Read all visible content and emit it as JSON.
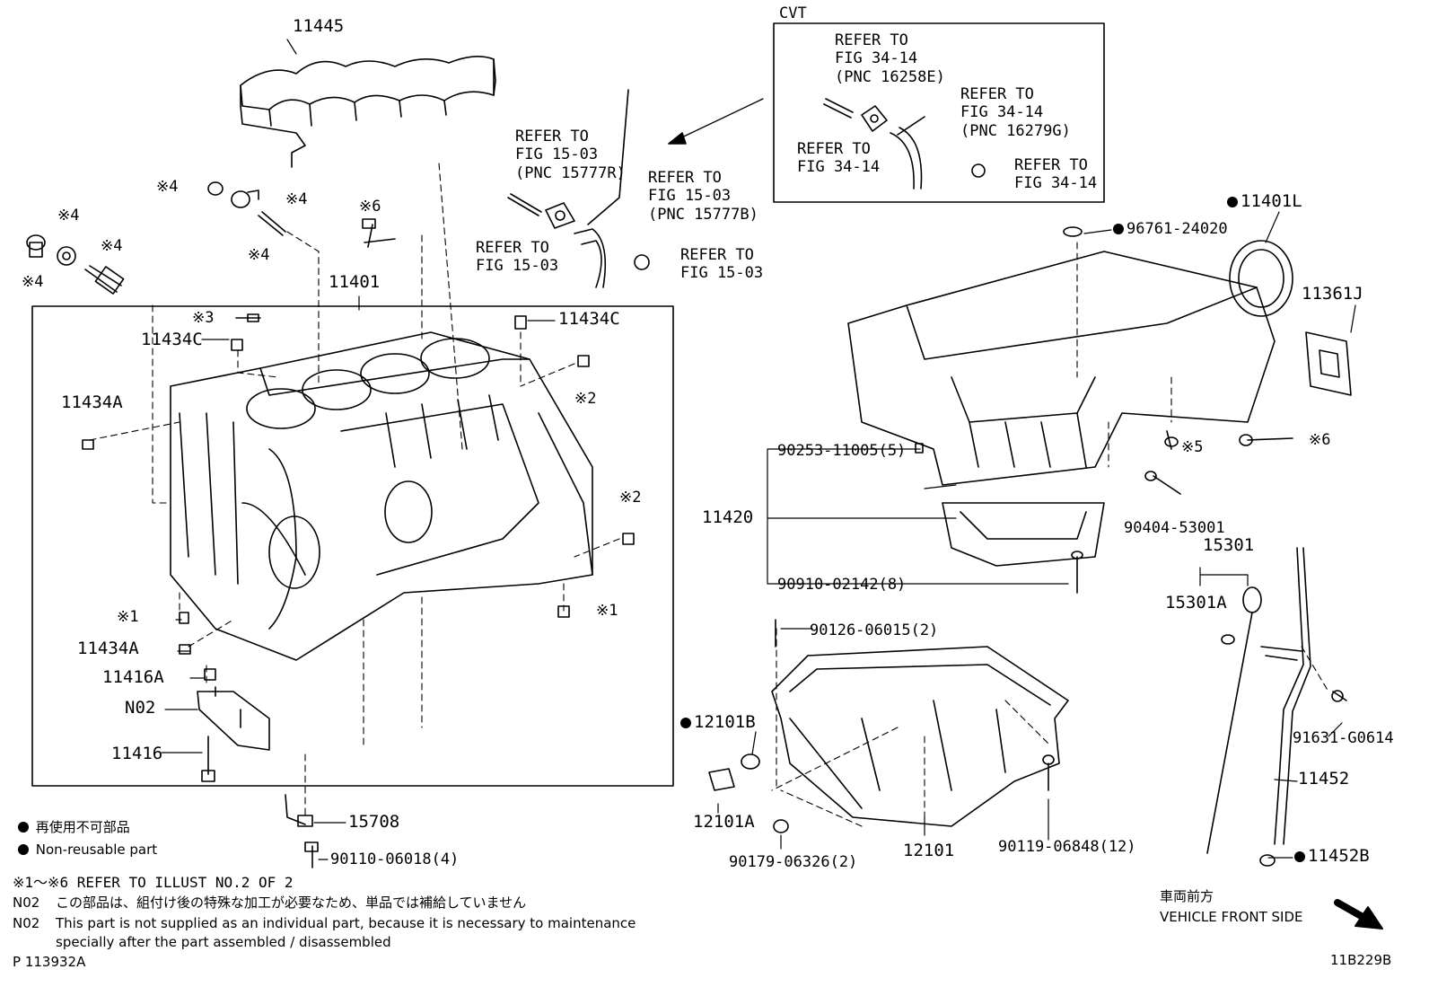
{
  "cvt_title": "CVT",
  "labels": {
    "p11445": "11445",
    "p11401": "11401",
    "p11401L": "11401L",
    "p11361J": "11361J",
    "p11434C_a": "11434C",
    "p11434C_b": "11434C",
    "p11434A_a": "11434A",
    "p11434A_b": "11434A",
    "p11416A": "11416A",
    "pN02": "N02",
    "p11416": "11416",
    "p15708": "15708",
    "p90110": "90110-06018(4)",
    "p96761": "96761-24020",
    "p90253": "90253-11005(5)",
    "p11420": "11420",
    "p90910": "90910-02142(8)",
    "p90404": "90404-53001",
    "p15301": "15301",
    "p15301A": "15301A",
    "p90126": "90126-06015(2)",
    "p12101B": "12101B",
    "p12101A": "12101A",
    "p90179": "90179-06326(2)",
    "p12101": "12101",
    "p90119": "90119-06848(12)",
    "p91631": "91631-G0614",
    "p11452": "11452",
    "p11452B": "11452B"
  },
  "marks": {
    "m4a": "※4",
    "m4b": "※4",
    "m4c": "※4",
    "m4d": "※4",
    "m4e": "※4",
    "m4f": "※4",
    "m6a": "※6",
    "m6b": "※6",
    "m5": "※5",
    "m3": "※3",
    "m2a": "※2",
    "m2b": "※2",
    "m1a": "※1",
    "m1b": "※1"
  },
  "refers": {
    "r1503_top": "REFER TO\nFIG 15-03\n(PNC 15777R)",
    "r1503_right": "REFER TO\nFIG 15-03\n(PNC 15777B)",
    "r1503_left": "REFER TO\nFIG 15-03",
    "r1503_nut": "REFER TO\nFIG 15-03",
    "r3414_top": "REFER TO\nFIG 34-14\n(PNC 16258E)",
    "r3414_right": "REFER TO\nFIG 34-14\n(PNC 16279G)",
    "r3414_left": "REFER TO\nFIG 34-14",
    "r3414_nut": "REFER TO\nFIG 34-14"
  },
  "legend": {
    "jp": "再使用不可部品",
    "en": "Non-reusable part"
  },
  "notes": {
    "n1": "※1〜※6 REFER TO ILLUST NO.2 OF 2",
    "n2_code": "N02",
    "n2_jp": "この部品は、組付け後の特殊な加工が必要なため、単品では補給していません",
    "n3_code": "N02",
    "n3_en_1": "This part is not supplied as an individual part, because it is necessary to maintenance",
    "n3_en_2": "specially after the part assembled / disassembled"
  },
  "footer": {
    "left": "P 113932A",
    "right": "11B229B",
    "front_jp": "車両前方",
    "front_en": "VEHICLE FRONT SIDE"
  }
}
